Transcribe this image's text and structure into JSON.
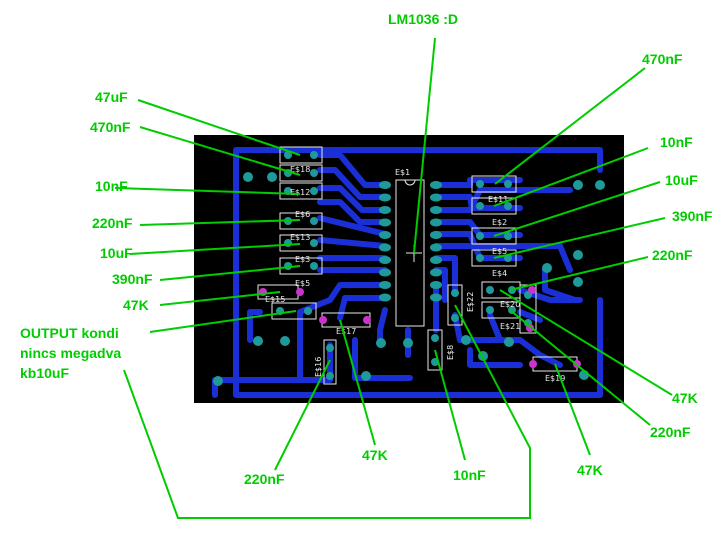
{
  "title": "LM1036 :D",
  "callouts": {
    "c47uF": "47uF",
    "c470nF_l": "470nF",
    "c10nF_l": "10nF",
    "c220nF_l": "220nF",
    "c10uF_l": "10uF",
    "c390nF_l": "390nF",
    "r47K_l": "47K",
    "note1": "OUTPUT kondi",
    "note2": "nincs megadva",
    "note3": "kb10uF",
    "c470nF_r": "470nF",
    "c10nF_r": "10nF",
    "c10uF_r": "10uF",
    "c390nF_r": "390nF",
    "c220nF_r": "220nF",
    "r47K_r": "47K",
    "c220nF_r2": "220nF",
    "c220nF_b": "220nF",
    "r47K_b1": "47K",
    "c10nF_b": "10nF",
    "r47K_b2": "47K"
  },
  "designators": {
    "es1": "E$1",
    "es2": "E$2",
    "es3": "E$3",
    "es4": "E$4",
    "es5": "E$5",
    "es6": "E$6",
    "es8": "E$8",
    "es11": "E$11",
    "es12": "E$12",
    "es13": "E$13",
    "es15": "E$15",
    "es16": "E$16",
    "es17": "E$17",
    "es18": "E$18",
    "es19": "E$19",
    "es20": "E$20",
    "es21": "E$21",
    "es22": "E$22"
  },
  "colors": {
    "board": "#000000",
    "trace": "#1a2fd6",
    "pad": "#1f9a9a",
    "callout": "#00cc00",
    "silkscreen": "#e8e8e8",
    "via": "#cc33cc"
  }
}
